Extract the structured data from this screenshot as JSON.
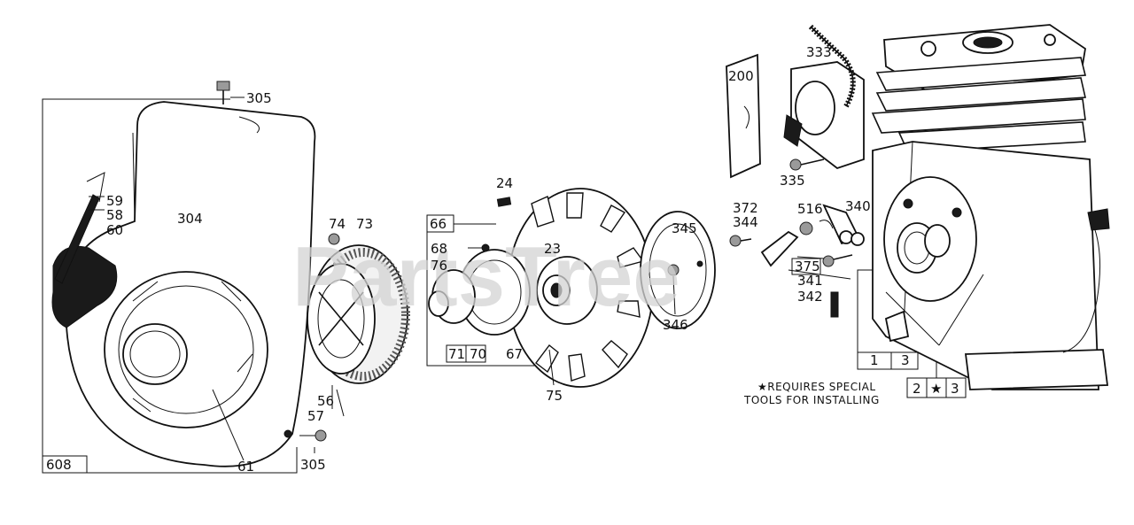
{
  "watermark": "PartsTree",
  "callouts": {
    "n305_top": "305",
    "n59": "59",
    "n58": "58",
    "n60": "60",
    "n304": "304",
    "n74": "74",
    "n73": "73",
    "n56": "56",
    "n57": "57",
    "n61": "61",
    "n305_bottom": "305",
    "n608": "608",
    "n24": "24",
    "n66": "66",
    "n68": "68",
    "n23": "23",
    "n76": "76",
    "n71": "71",
    "n70": "70",
    "n67": "67",
    "n75": "75",
    "n345": "345",
    "n346": "346",
    "n200": "200",
    "n333": "333",
    "n335": "335",
    "n372": "372",
    "n344": "344",
    "n516": "516",
    "n340": "340",
    "n375": "375",
    "n341": "341",
    "n342": "342",
    "n1": "1",
    "n3a": "3",
    "n2": "2",
    "star": "★",
    "n3b": "3"
  },
  "note": {
    "line1": "★REQUIRES SPECIAL",
    "line2": "TOOLS FOR INSTALLING"
  }
}
